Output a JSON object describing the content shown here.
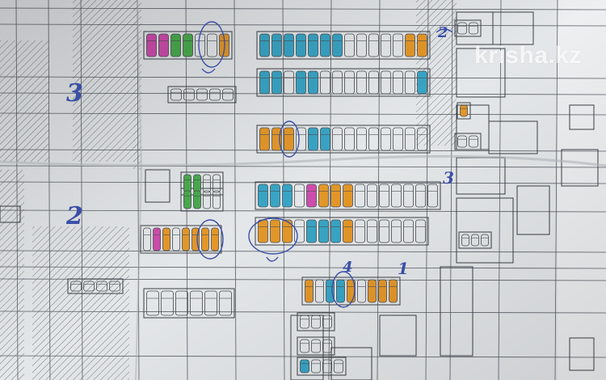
{
  "image": {
    "subject": "photo-of-parking-floor-plan",
    "watermark": "krisha.kz",
    "handwritten_marks": [
      "3",
      "2",
      "2",
      "3",
      "1",
      "4"
    ],
    "colors": {
      "paper": "#e9ecee",
      "line": "#4a4f55",
      "car_pink": "#d24fb0",
      "car_green": "#4caf50",
      "car_blue": "#3aa8c9",
      "car_orange": "#e89a2a",
      "ink": "#3a4fa6"
    }
  }
}
